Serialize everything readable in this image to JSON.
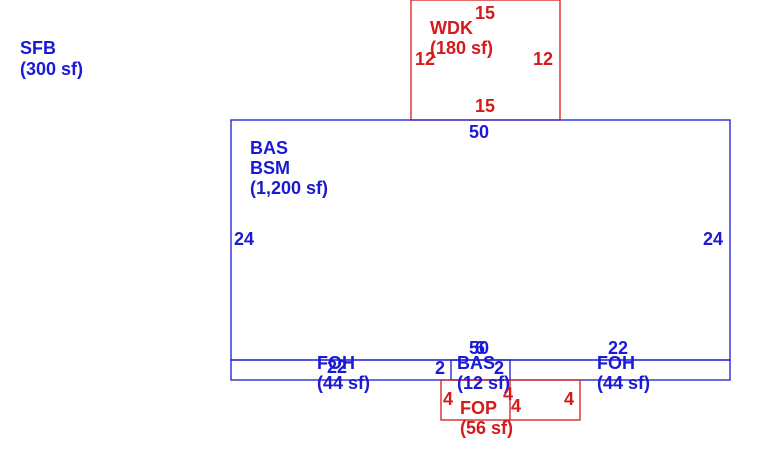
{
  "areas": {
    "sfb": {
      "code": "SFB",
      "area": "(300 sf)"
    },
    "wdk": {
      "code": "WDK",
      "area": "(180 sf)",
      "dims": {
        "top": "15",
        "left": "12",
        "right": "12",
        "bottom": "15"
      }
    },
    "main": {
      "code1": "BAS",
      "code2": "BSM",
      "area": "(1,200 sf)",
      "dims": {
        "top": "50",
        "left": "24",
        "right": "24",
        "bottom": "50"
      }
    },
    "foh_left": {
      "code": "FOH",
      "area": "(44 sf)",
      "dim": "22"
    },
    "foh_right": {
      "code": "FOH",
      "area": "(44 sf)",
      "dim": "22"
    },
    "bas_small": {
      "code": "BAS",
      "area": "(12 sf)",
      "dims": {
        "top": "6",
        "left": "2",
        "right": "2"
      }
    },
    "fop": {
      "code": "FOP",
      "area": "(56 sf)",
      "dims": {
        "left": "4",
        "inner_left": "4",
        "mid": "4",
        "right": "4"
      }
    }
  },
  "colors": {
    "living": "#1a1ad4",
    "exterior": "#d41a1a"
  }
}
